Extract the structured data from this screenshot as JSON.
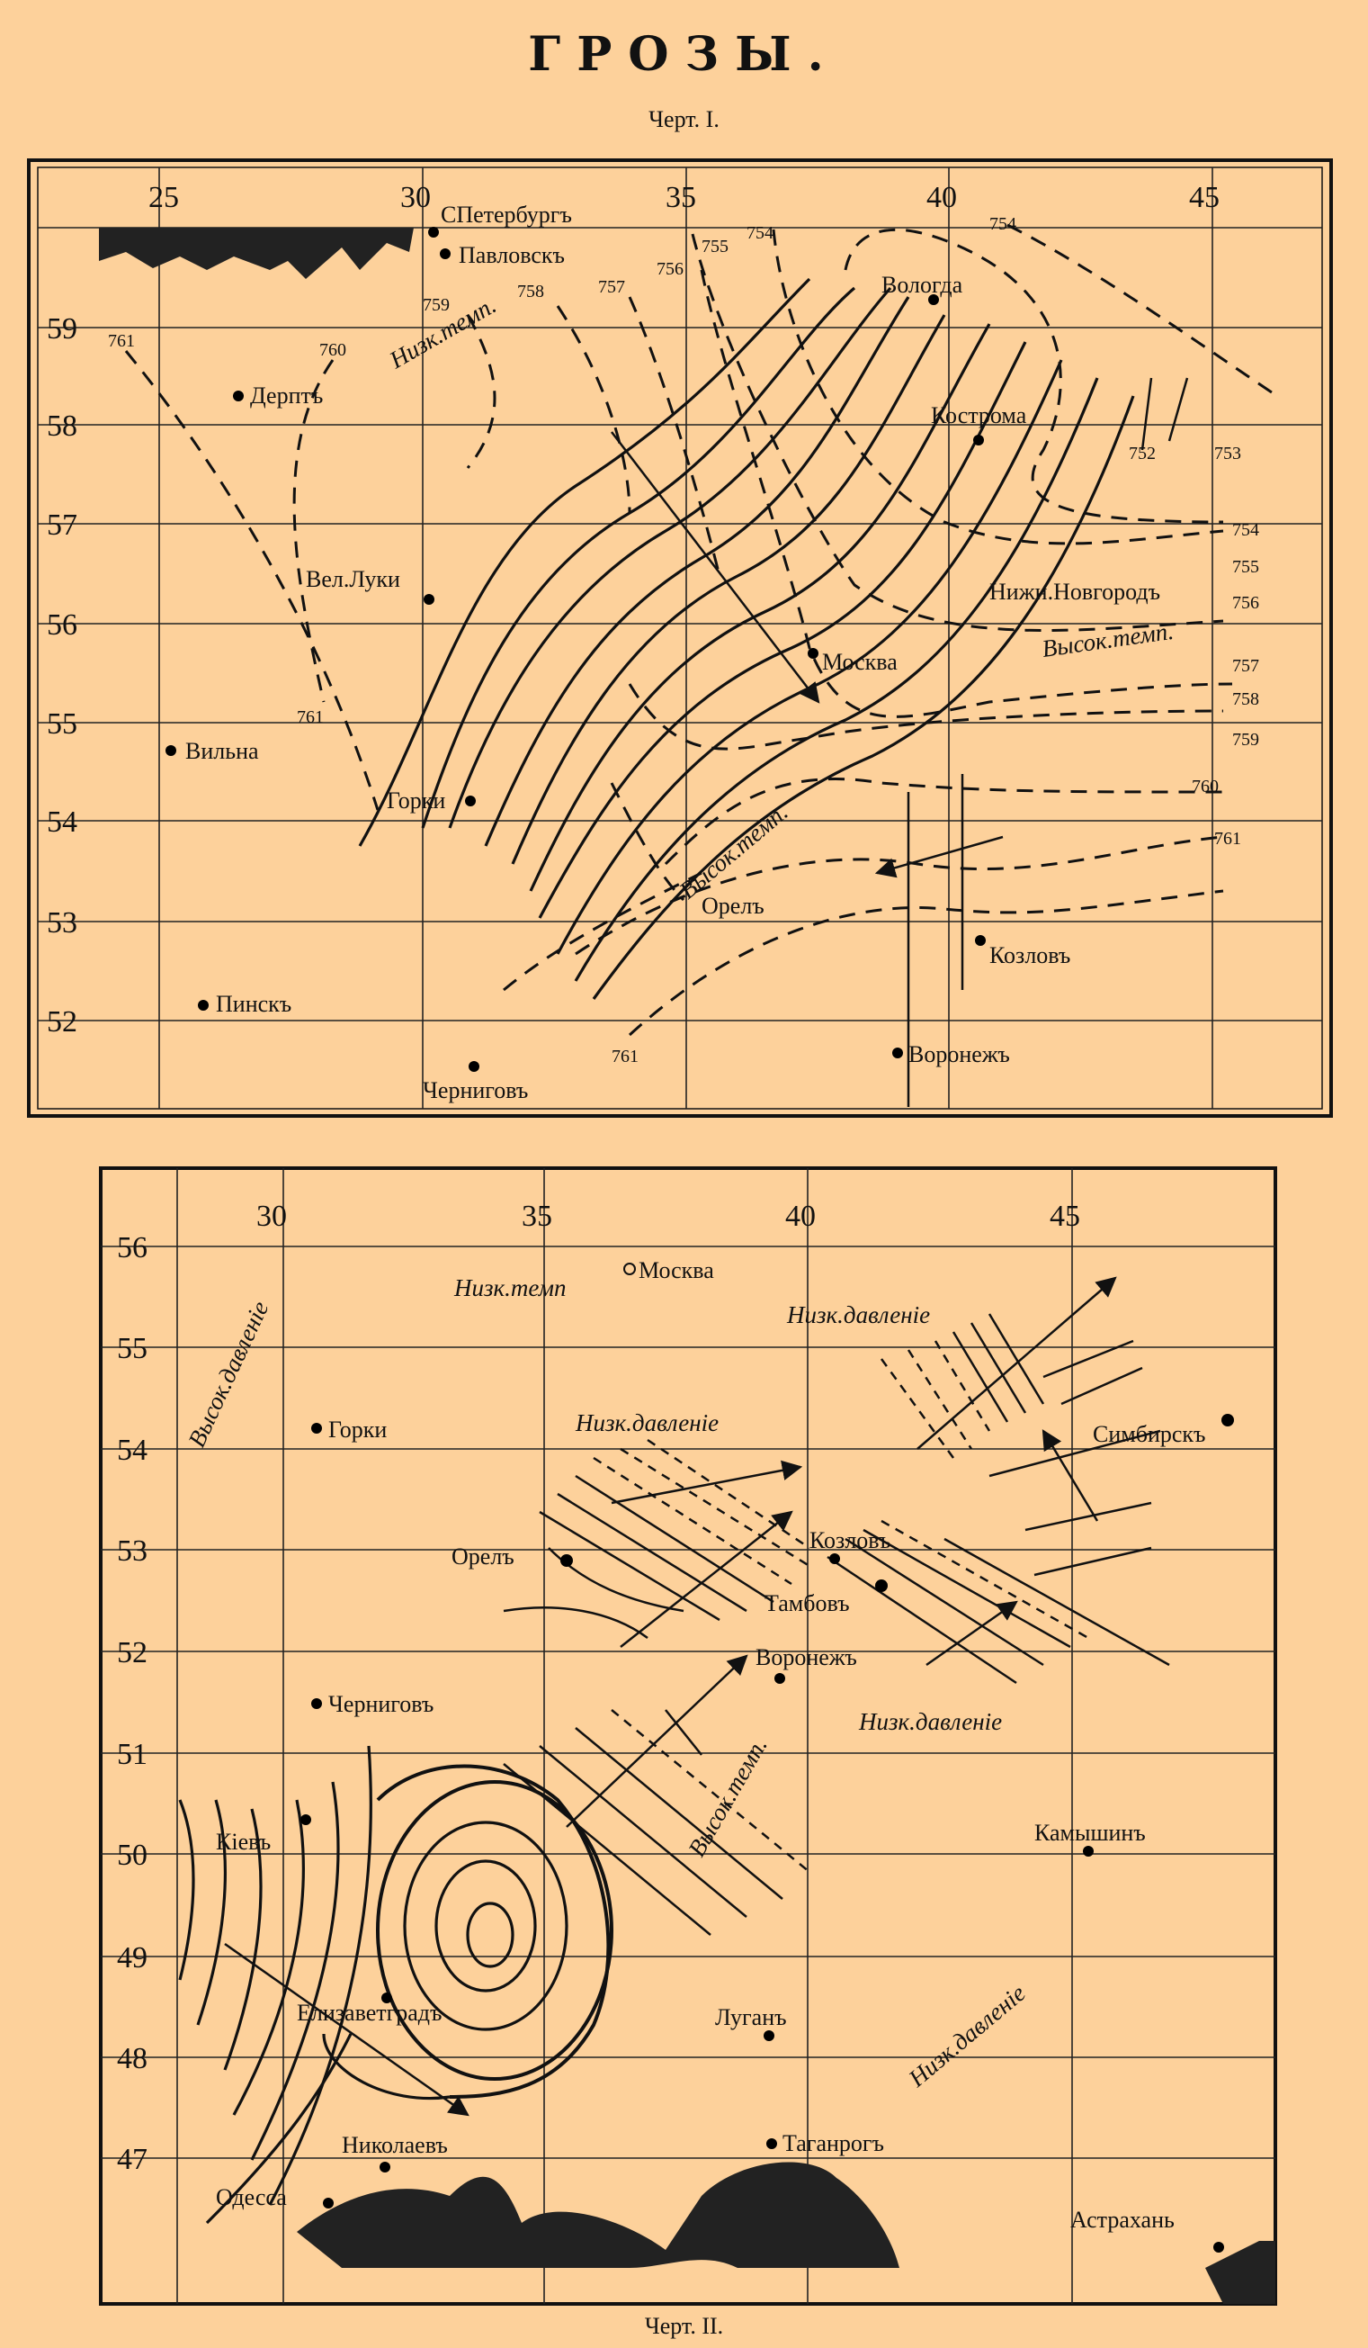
{
  "title": "ГРОЗЫ.",
  "chart1_caption": "Черт. I.",
  "chart2_caption": "Черт. II.",
  "chart1": {
    "lon_labels": [
      "25",
      "30",
      "35",
      "40",
      "45"
    ],
    "lat_labels": [
      "59",
      "58",
      "57",
      "56",
      "55",
      "54",
      "53",
      "52"
    ],
    "cities": [
      "СПетербургъ",
      "Павловскъ",
      "Вологда",
      "Дерптъ",
      "Кострома",
      "Вел.Луки",
      "Москва",
      "Вильна",
      "Горки",
      "Орелъ",
      "Козловъ",
      "Пинскъ",
      "Черниговъ",
      "Воронежъ",
      "Нижн.Новгородъ"
    ],
    "labels": [
      "Низк.темп.",
      "Высок.темп.",
      "Высок.темп."
    ],
    "isobars": [
      "761",
      "760",
      "759",
      "758",
      "757",
      "756",
      "755",
      "754",
      "754",
      "755",
      "756",
      "757",
      "758",
      "759",
      "760",
      "761",
      "761",
      "754",
      "752",
      "753",
      "761"
    ]
  },
  "chart2": {
    "lon_labels": [
      "30",
      "35",
      "40",
      "45"
    ],
    "lat_labels": [
      "56",
      "55",
      "54",
      "53",
      "52",
      "51",
      "50",
      "49",
      "48",
      "47"
    ],
    "cities": [
      "Москва",
      "Горки",
      "Симбирскъ",
      "Орелъ",
      "Козловъ",
      "Тамбовъ",
      "Воронежъ",
      "Черниговъ",
      "Кіевъ",
      "Камышинъ",
      "Елизаветградъ",
      "Луганъ",
      "Николаевъ",
      "Таганрогъ",
      "Одесса",
      "Астрахань"
    ],
    "labels": [
      "Низк.темп",
      "Низк.давленіе",
      "Высок.давленіе",
      "Низк.давленіе",
      "Низк.давленіе",
      "Высок.темп.",
      "Низк.давленіе"
    ]
  }
}
